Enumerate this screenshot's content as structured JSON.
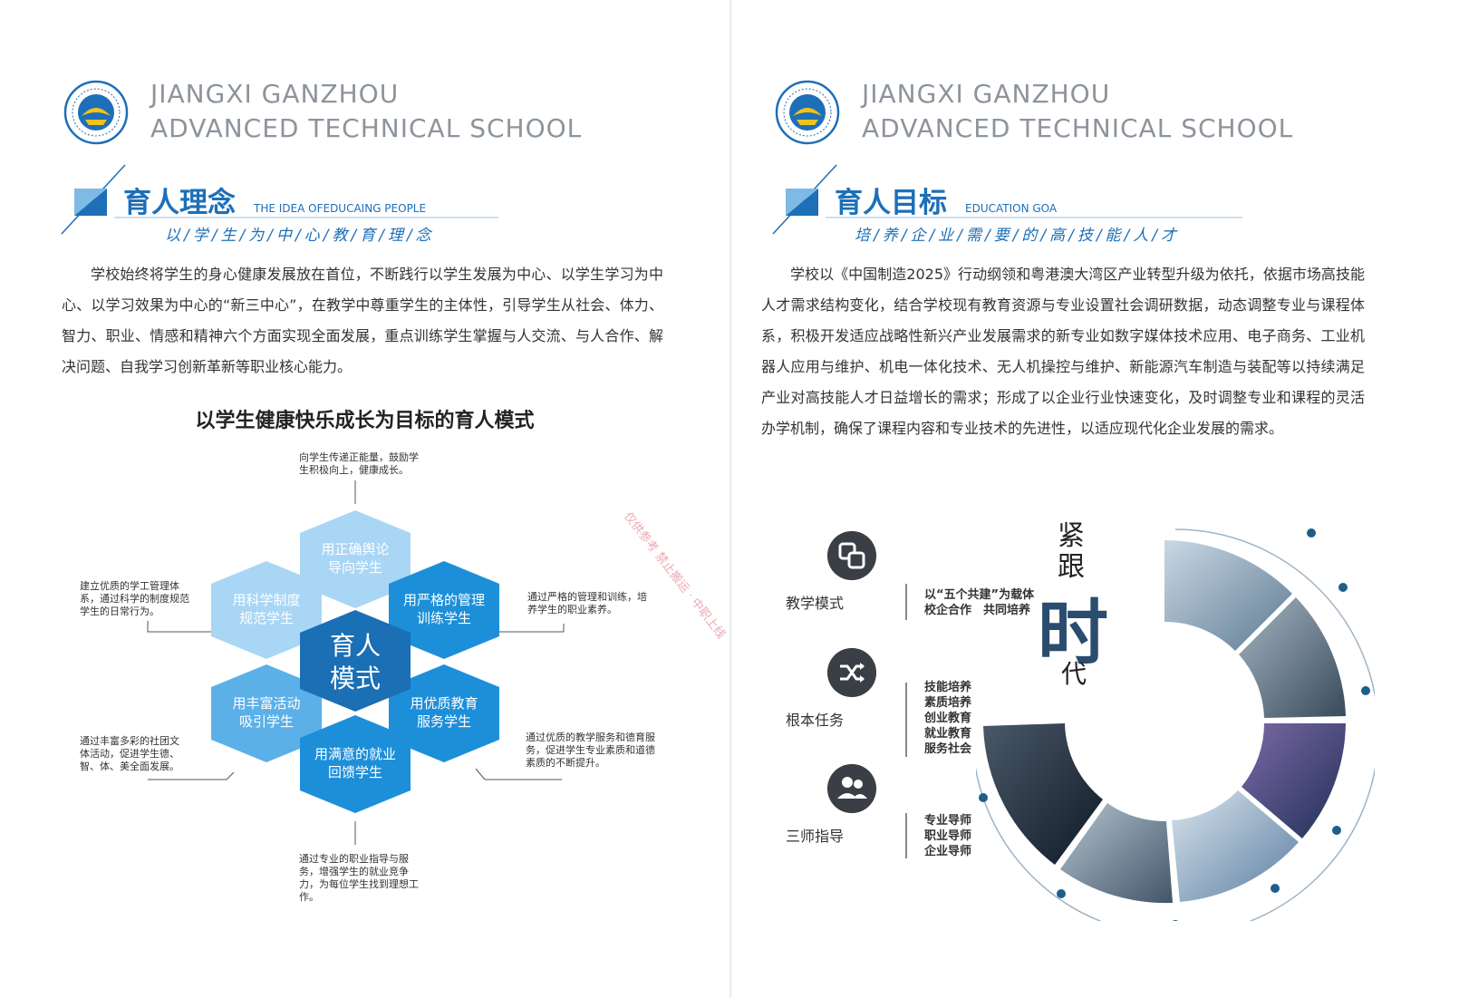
{
  "school": {
    "name_line1": "JIANGXI GANZHOU",
    "name_line2": "ADVANCED TECHNICAL SCHOOL"
  },
  "left": {
    "section_title": "育人理念",
    "section_subtitle": "THE IDEA OFEDUCAING PEOPLE",
    "slogan": "以/学/生/为/中/心/教/育/理/念",
    "paragraph": "学校始终将学生的身心健康发展放在首位，不断践行以学生发展为中心、以学生学习为中心、以学习效果为中心的“新三中心”，在教学中尊重学生的主体性，引导学生从社会、体力、智力、职业、情感和精神六个方面实现全面发展，重点训练学生掌握与人交流、与人合作、解决问题、自我学习创新革新等职业核心能力。",
    "model_title": "以学生健康快乐成长为目标的育人模式",
    "core_line1": "育人",
    "core_line2": "模式",
    "hexes": [
      {
        "line1": "用正确舆论",
        "line2": "导向学生",
        "note": "向学生传递正能量，鼓励学生积极向上，健康成长。"
      },
      {
        "line1": "用严格的管理",
        "line2": "训练学生",
        "note": "通过严格的管理和训练，培养学生的职业素养。"
      },
      {
        "line1": "用优质教育",
        "line2": "服务学生",
        "note": "通过优质的教学服务和德育服务，促进学生专业素质和道德素质的不断提升。"
      },
      {
        "line1": "用满意的就业",
        "line2": "回馈学生",
        "note": "通过专业的职业指导与服务，增强学生的就业竞争力，为每位学生找到理想工作。"
      },
      {
        "line1": "用丰富活动",
        "line2": "吸引学生",
        "note": "通过丰富多彩的社团文体活动，促进学生德、智、体、美全面发展。"
      },
      {
        "line1": "用科学制度",
        "line2": "规范学生",
        "note": "建立优质的学工管理体系，通过科学的制度规范学生的日常行为。"
      }
    ],
    "colors": {
      "light": "#a9d6f5",
      "mid": "#5bb0e8",
      "strong": "#1d8fd9",
      "core": "#1a6fb5"
    }
  },
  "watermark": "仅供参考 禁止搬运 · 中职上线",
  "right": {
    "section_title": "育人目标",
    "section_subtitle": "EDUCATION GOA",
    "slogan": "培/养/企/业/需/要/的/高/技/能/人/才",
    "paragraph": "学校以《中国制造2025》行动纲领和粤港澳大湾区产业转型升级为依托，依据市场高技能人才需求结构变化，结合学校现有教育资源与专业设置社会调研数据，动态调整专业与课程体系，积极开发适应战略性新兴产业发展需求的新专业如数字媒体技术应用、电子商务、工业机器人应用与维护、机电一体化技术、无人机操控与维护、新能源汽车制造与装配等以持续满足产业对高技能人才日益增长的需求；形成了以企业行业快速变化，及时调整专业和课程的灵活办学机制，确保了课程内容和专业技术的先进性，以适应现代化企业发展的需求。",
    "features": [
      {
        "label": "教学模式",
        "icon": "squares-icon",
        "items": [
          "以“五个共建”为载体",
          "校企合作　共同培养"
        ]
      },
      {
        "label": "根本任务",
        "icon": "shuffle-icon",
        "items": [
          "技能培养",
          "素质培养",
          "创业教育",
          "就业教育",
          "服务社会"
        ]
      },
      {
        "label": "三师指导",
        "icon": "people-icon",
        "items": [
          "专业导师",
          "职业导师",
          "企业导师"
        ]
      }
    ],
    "vertical_title": {
      "c1": "紧",
      "c2": "跟",
      "c3": "时",
      "c4": "代"
    },
    "accent": "#1d6fb8"
  }
}
